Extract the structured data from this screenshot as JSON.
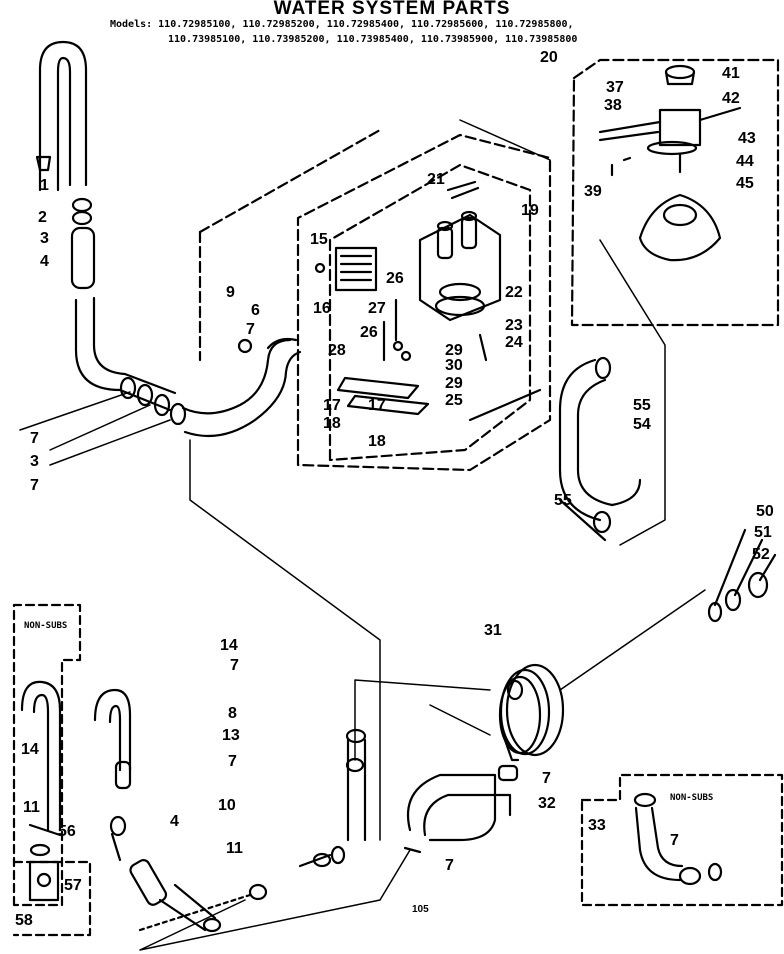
{
  "title": "WATER SYSTEM PARTS",
  "models_line1": "Models: 110.72985100, 110.72985200, 110.72985400, 110.72985600, 110.72985800,",
  "models_line2": "110.73985100, 110.73985200, 110.73985400, 110.73985900, 110.73985800",
  "page_number": "105",
  "non_subs_label": "NON-SUBS",
  "parts": [
    "1",
    "2",
    "3",
    "4",
    "7",
    "3",
    "7",
    "6",
    "7",
    "9",
    "16",
    "15",
    "21",
    "19",
    "22",
    "23",
    "24",
    "25",
    "26",
    "27",
    "26",
    "28",
    "29",
    "30",
    "29",
    "17",
    "18",
    "17",
    "18",
    "20",
    "37",
    "38",
    "39",
    "41",
    "42",
    "43",
    "44",
    "45",
    "55",
    "54",
    "55",
    "50",
    "51",
    "52",
    "31",
    "14",
    "7",
    "8",
    "7",
    "13",
    "10",
    "4",
    "11",
    "32",
    "7",
    "7",
    "14",
    "11",
    "56",
    "57",
    "58",
    "33",
    "7"
  ]
}
